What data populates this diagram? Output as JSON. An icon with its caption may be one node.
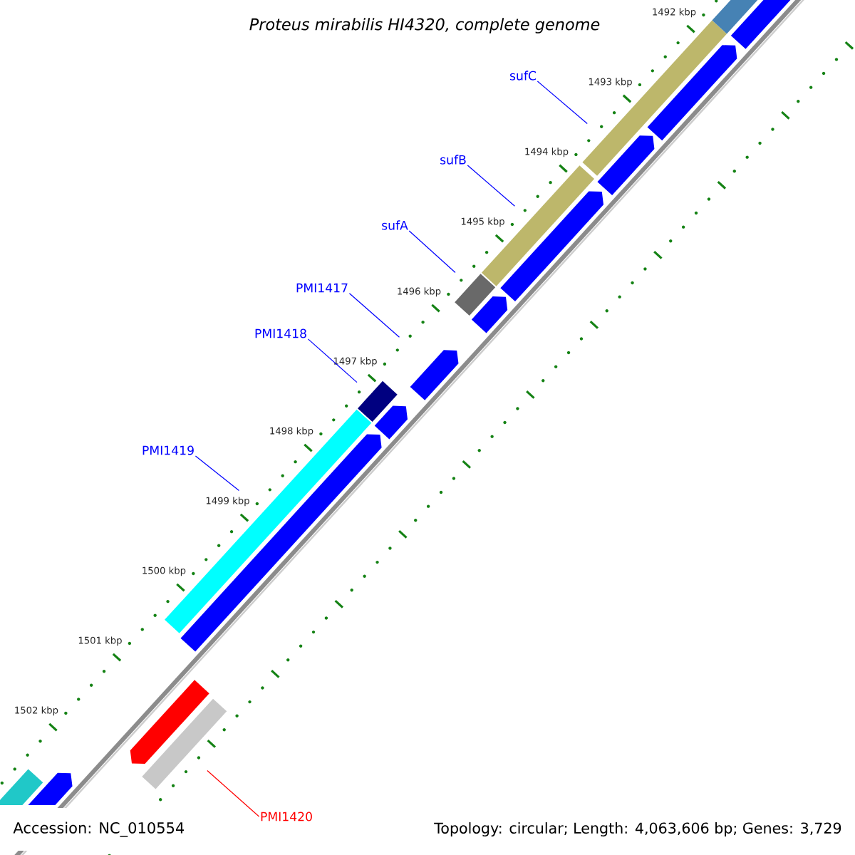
{
  "diagram": {
    "title": "Proteus mirabilis HI4320, complete genome",
    "nodes": [
      {
        "text": [
          "sufC"
        ]
      },
      {
        "text": [
          "sufB"
        ]
      },
      {
        "text": [
          "sufA"
        ]
      },
      {
        "text": [
          "PMI1417"
        ]
      },
      {
        "text": [
          "PMI1418"
        ]
      },
      {
        "text": [
          "PMI1419"
        ]
      },
      {
        "text": [
          "PMI1420"
        ]
      },
      {
        "text": [],
        "shape": "bar"
      },
      {
        "text": [],
        "shape": "bar"
      },
      {
        "text": [],
        "shape": "bar"
      },
      {
        "text": [],
        "shape": "arrow"
      },
      {
        "text": [],
        "shape": "bar"
      },
      {
        "text": [],
        "shape": "bar"
      },
      {
        "text": [],
        "shape": "arrow"
      },
      {
        "text": [],
        "shape": "bar"
      },
      {
        "text": [],
        "shape": "bar"
      },
      {
        "text": [],
        "shape": "arrow"
      },
      {
        "text": [],
        "shape": "arrow"
      },
      {
        "text": [],
        "shape": "arrow"
      },
      {
        "text": [],
        "shape": "arrow"
      },
      {
        "text": [],
        "shape": "arrow"
      },
      {
        "text": [],
        "shape": "arrow"
      },
      {
        "text": [],
        "shape": "arrow"
      },
      {
        "text": [],
        "shape": "arrow"
      },
      {
        "text": [],
        "shape": "bar"
      }
    ],
    "edges": [
      {
        "from": 0,
        "to": 7,
        "arrow": "none"
      },
      {
        "from": 1,
        "to": 8,
        "arrow": "none"
      },
      {
        "from": 2,
        "to": 9,
        "arrow": "none"
      },
      {
        "from": 3,
        "to": 10,
        "arrow": "none"
      },
      {
        "from": 4,
        "to": 11,
        "arrow": "none"
      },
      {
        "from": 5,
        "to": 12,
        "arrow": "none"
      },
      {
        "from": 6,
        "to": 24,
        "arrow": "none",
        "color": "#ff0000"
      }
    ],
    "labels": [
      "1492 kbp",
      "1493 kbp",
      "1494 kbp",
      "1495 kbp",
      "1496 kbp",
      "1497 kbp",
      "1498 kbp",
      "1499 kbp",
      "1500 kbp",
      "1501 kbp",
      "1502 kbp",
      "Accession: NC_010554",
      "Topology: circular; Length: 4,063,606 bp; Genes: 3,729"
    ]
  }
}
